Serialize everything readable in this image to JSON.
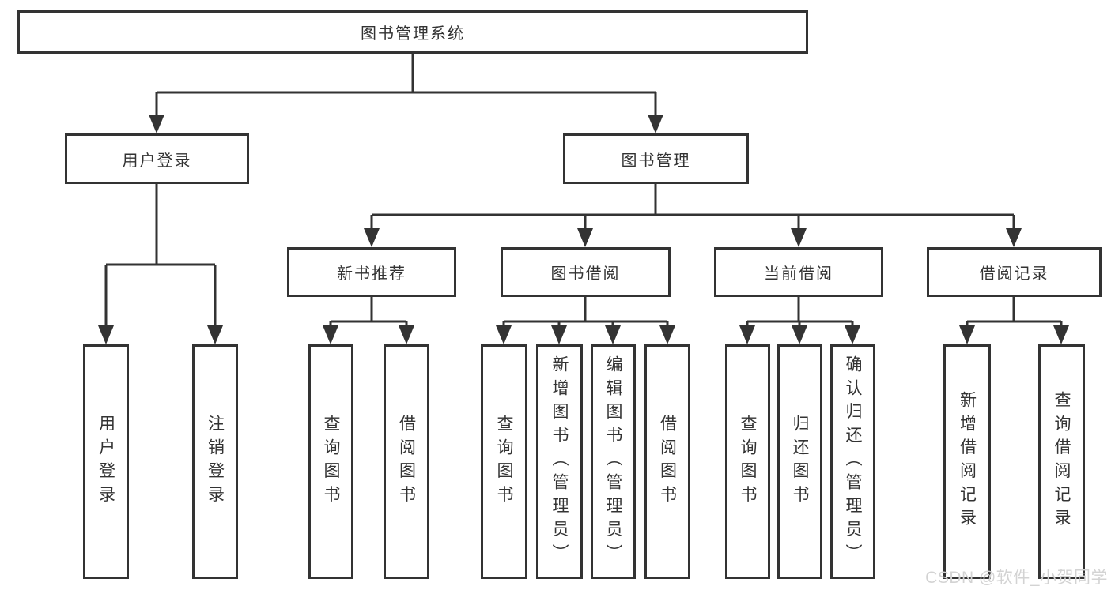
{
  "tree": {
    "root": {
      "label": "图书管理系统",
      "children": [
        {
          "label": "用户登录",
          "children": [
            {
              "label": "用户登录"
            },
            {
              "label": "注销登录"
            }
          ]
        },
        {
          "label": "图书管理",
          "children": [
            {
              "label": "新书推荐",
              "children": [
                {
                  "label": "查询图书"
                },
                {
                  "label": "借阅图书"
                }
              ]
            },
            {
              "label": "图书借阅",
              "children": [
                {
                  "label": "查询图书"
                },
                {
                  "label": "新增图书（管理员）"
                },
                {
                  "label": "编辑图书（管理员）"
                },
                {
                  "label": "借阅图书"
                }
              ]
            },
            {
              "label": "当前借阅",
              "children": [
                {
                  "label": "查询图书"
                },
                {
                  "label": "归还图书"
                },
                {
                  "label": "确认归还（管理员）"
                }
              ]
            },
            {
              "label": "借阅记录",
              "children": [
                {
                  "label": "新增借阅记录"
                },
                {
                  "label": "查询借阅记录"
                }
              ]
            }
          ]
        }
      ]
    }
  },
  "watermark": {
    "text": "CSDN @软件_小贺同学"
  },
  "colors": {
    "line": "#333333",
    "box_border": "#333333",
    "box_background": "#ffffff",
    "text": "#333333",
    "watermark_text": "#d3d3d3"
  }
}
